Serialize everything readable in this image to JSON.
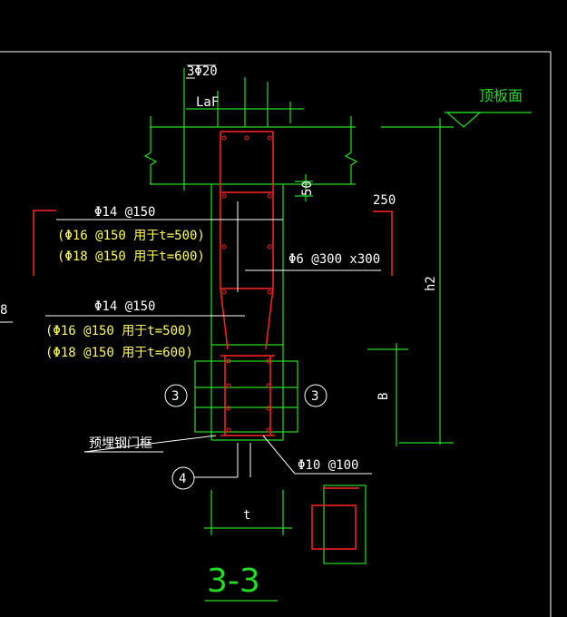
{
  "drawing": {
    "title": "3-3",
    "top_bars": "3Φ20",
    "anchor_label": "LaF",
    "slab_top_label": "顶板面",
    "dim_50": "50",
    "dim_250": "250",
    "dim_h2": "h2",
    "dim_b": "B",
    "dim_t": "t",
    "left_edge_label": "8",
    "rebar_upper": {
      "main": "Φ14 @150",
      "alt1": "(Φ16 @150 用于t=500)",
      "alt2": "(Φ18 @150 用于t=600)"
    },
    "rebar_lower": {
      "main": "Φ14 @150",
      "alt1": "(Φ16 @150 用于t=500)",
      "alt2": "(Φ18 @150 用于t=600)"
    },
    "tie_label": "Φ6 @300 x300",
    "stirrup_label": "Φ10 @100",
    "embedded_label": "预埋钢门框",
    "callout_left": "3",
    "callout_right": "3",
    "callout_bottom": "4"
  },
  "colors": {
    "background": "#000000",
    "concrete_outline": "#22dd22",
    "rebar": "#ff2222",
    "annotation": "#ffffff",
    "alt_text": "#ffff55",
    "section_title": "#22dd22"
  }
}
